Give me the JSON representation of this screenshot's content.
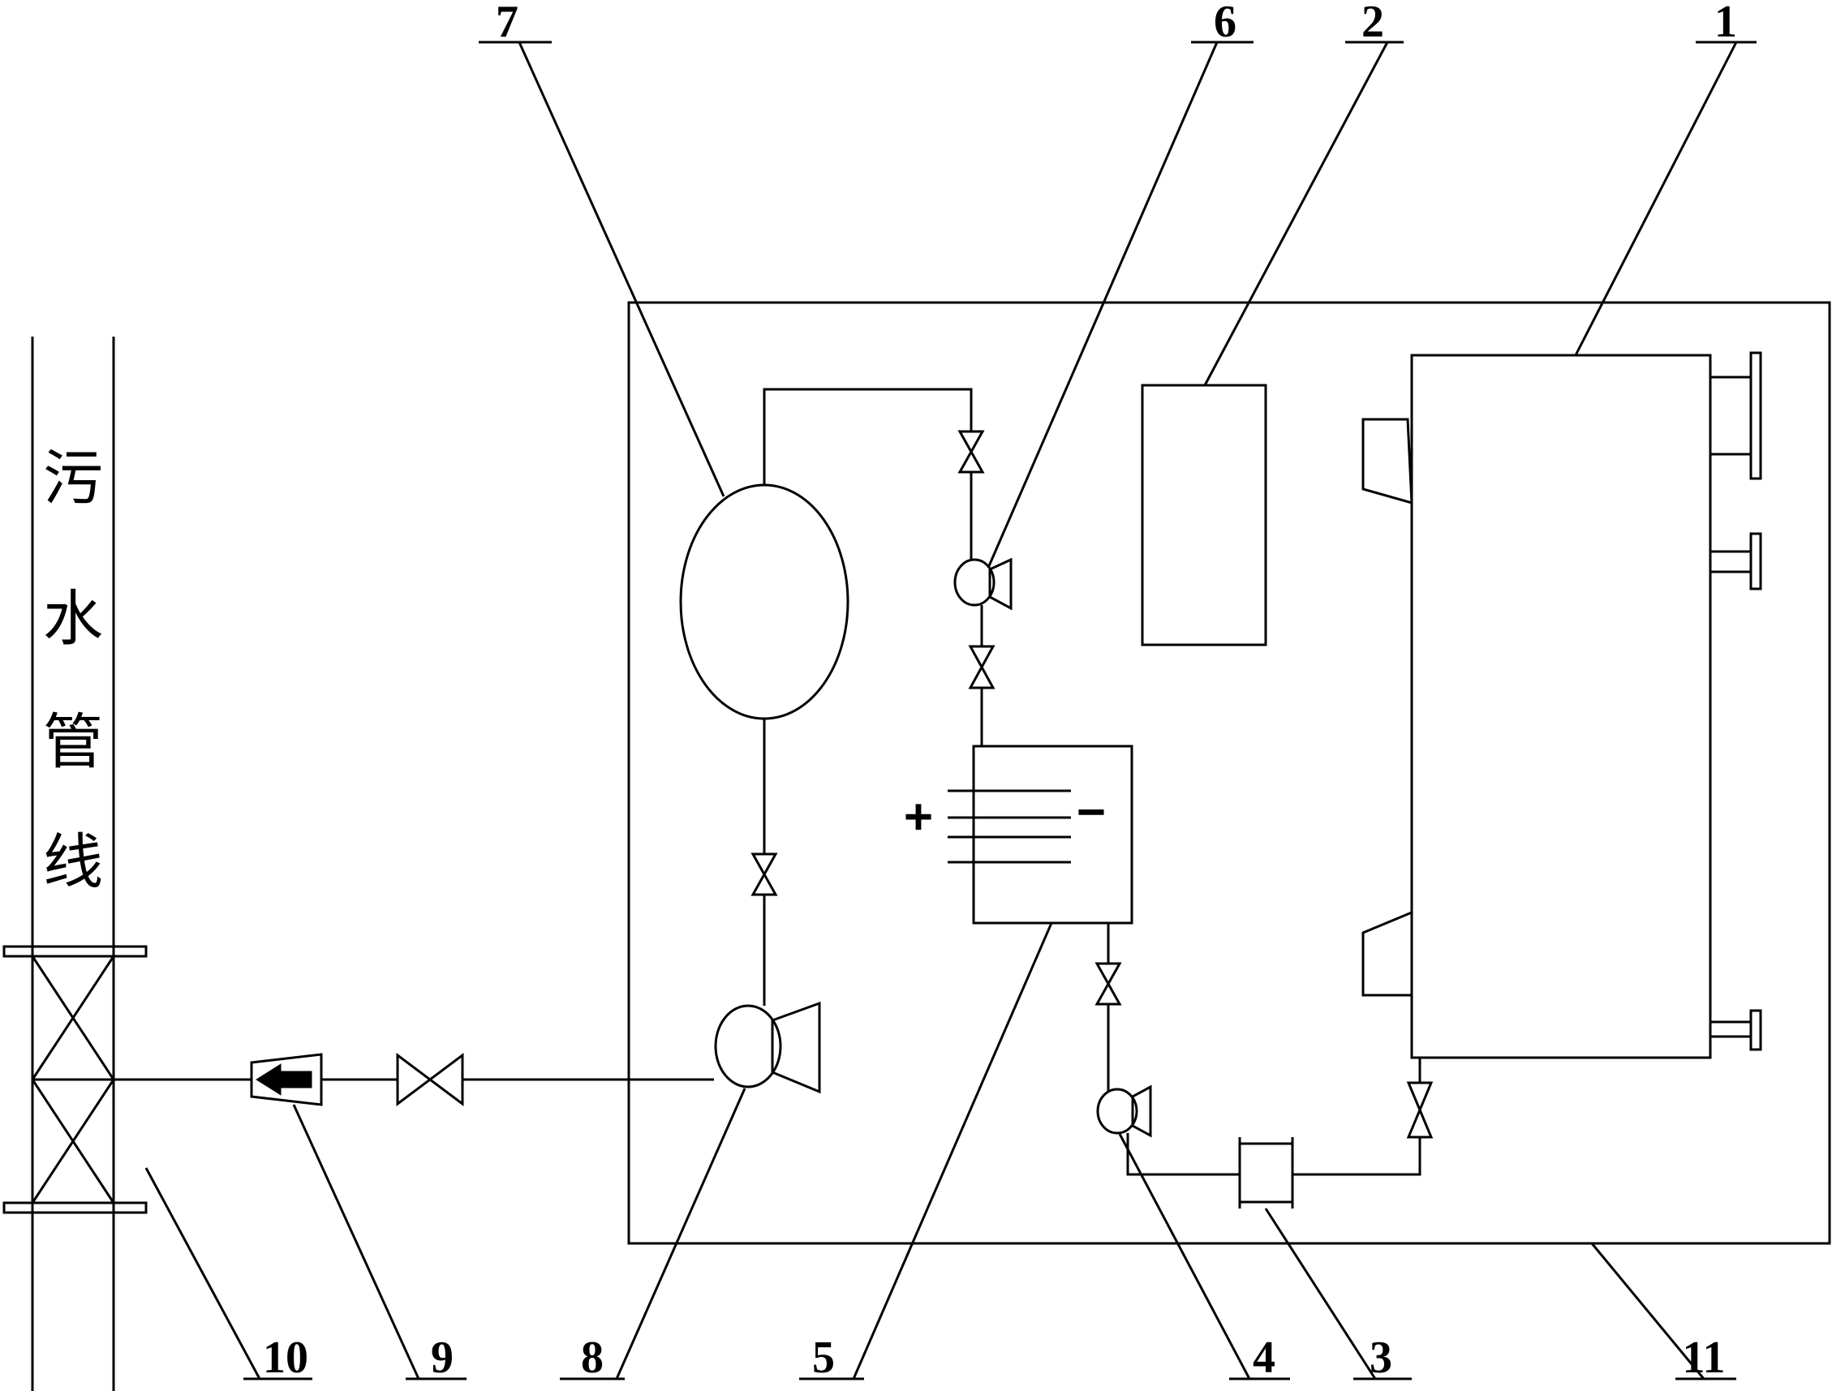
{
  "pipe_label": [
    "污",
    "水",
    "管",
    "线"
  ],
  "electrolyzer": {
    "plus": "+",
    "minus": "−"
  },
  "callouts": {
    "c1": "1",
    "c2": "2",
    "c3": "3",
    "c4": "4",
    "c5": "5",
    "c6": "6",
    "c7": "7",
    "c8": "8",
    "c9": "9",
    "c10": "10",
    "c11": "11"
  }
}
